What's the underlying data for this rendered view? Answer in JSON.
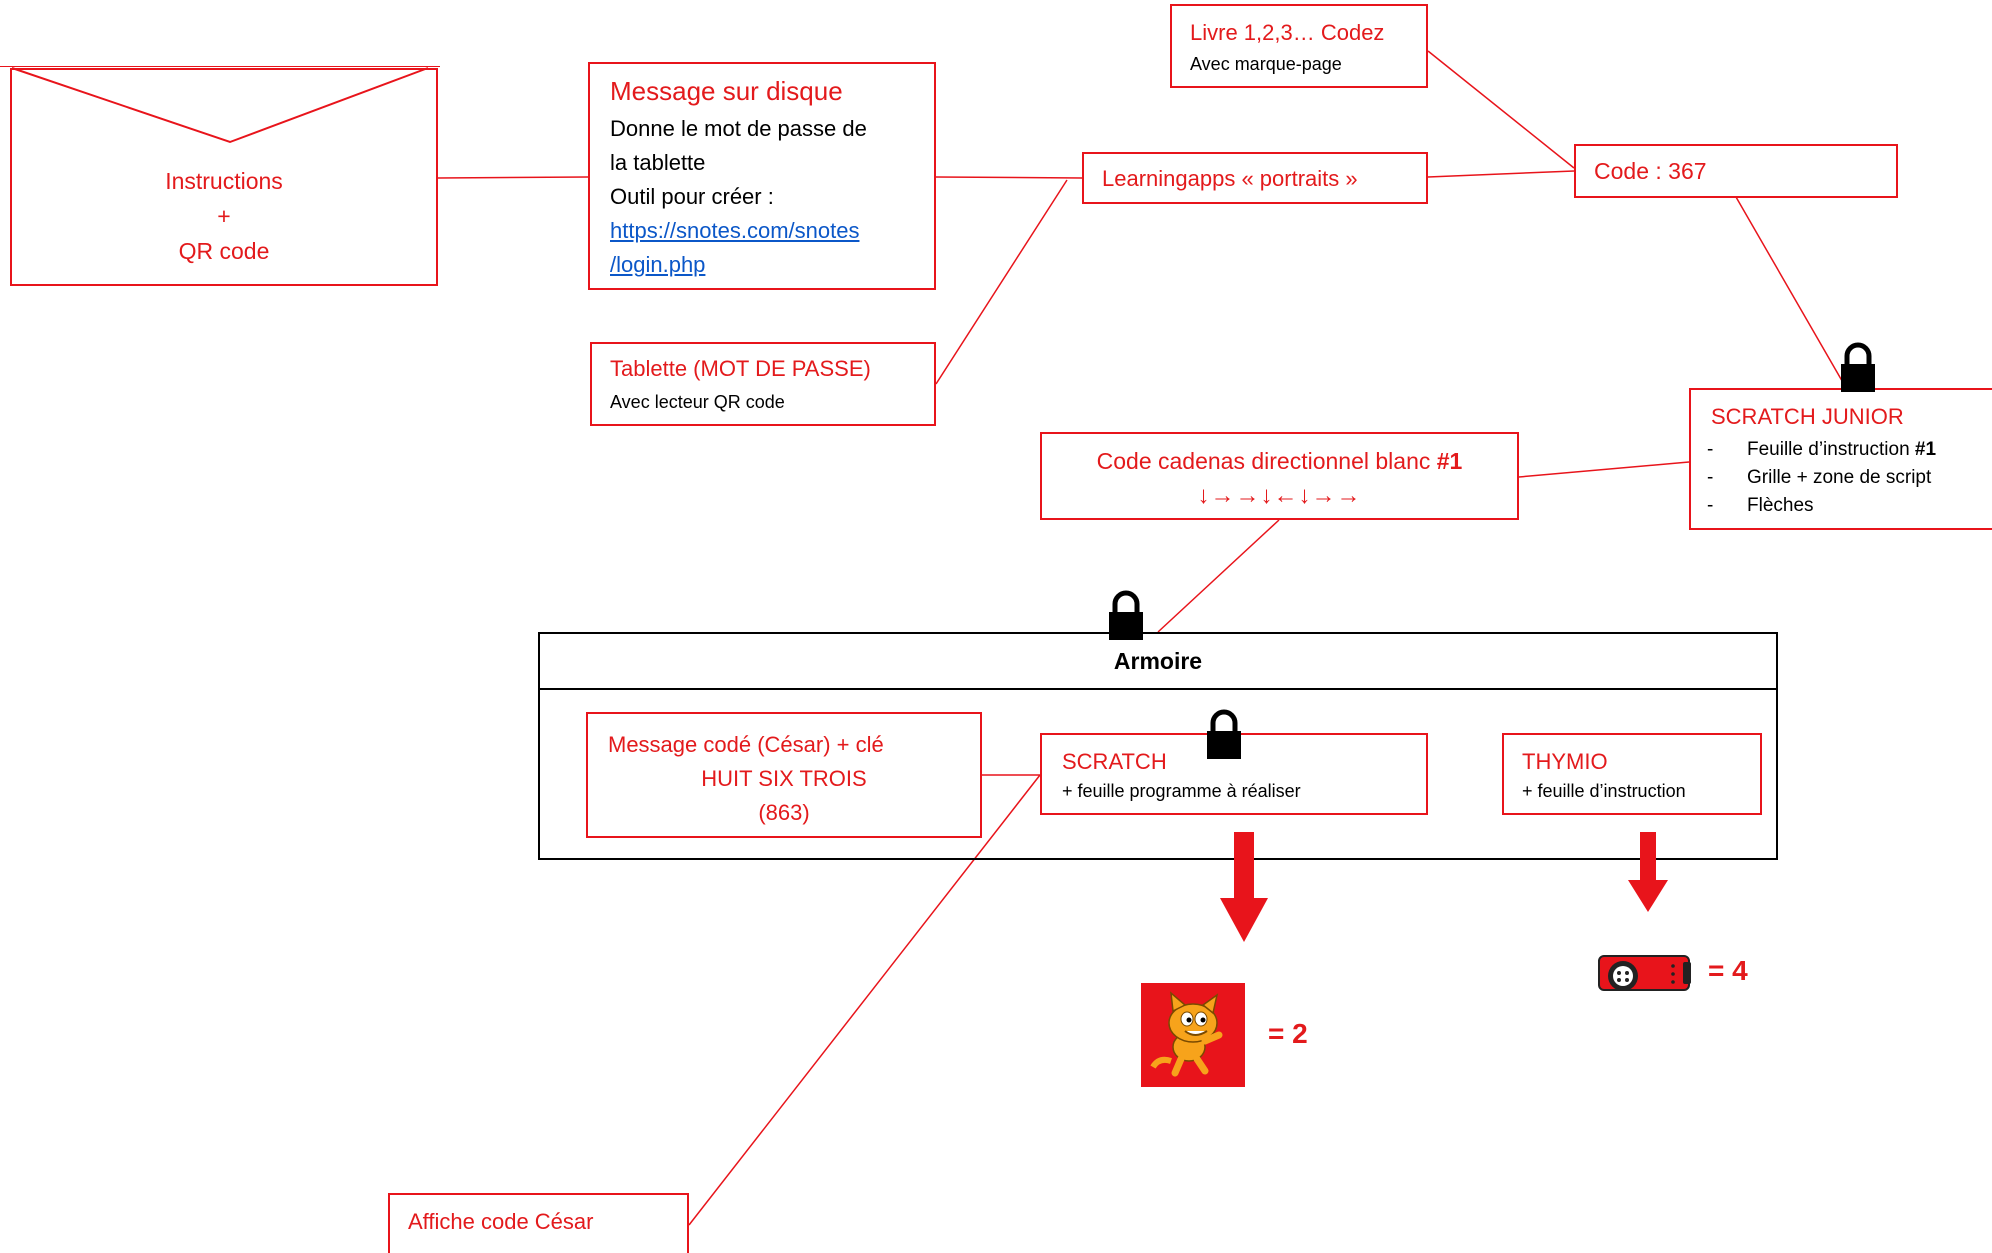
{
  "colors": {
    "accent": "#e31a1c",
    "link": "#0b57c8"
  },
  "envelope": {
    "line1": "Instructions",
    "line2": "+",
    "line3": "QR code"
  },
  "message_disque": {
    "title": "Message sur disque",
    "line1": "Donne le mot de passe de",
    "line2": "la tablette",
    "line3": "Outil pour créer :",
    "link1": "https://snotes.com/snotes",
    "link2": "/login.php"
  },
  "tablette": {
    "title": "Tablette (MOT DE PASSE)",
    "subtitle": "Avec lecteur QR code"
  },
  "learningapps": {
    "title": "Learningapps « portraits »"
  },
  "livre": {
    "title": "Livre 1,2,3… Codez",
    "subtitle": "Avec marque-page"
  },
  "code367": {
    "title": "Code : 367"
  },
  "scratch_junior": {
    "title": "SCRATCH JUNIOR",
    "item1_text": "Feuille d’instruction ",
    "item1_bold": "#1",
    "item2": "Grille + zone de script",
    "item3": "Flèches"
  },
  "code_cadenas": {
    "title": "Code  cadenas directionnel blanc ",
    "title_bold": "#1",
    "arrows": "↓→→↓←↓→→"
  },
  "armoire": {
    "title": "Armoire",
    "cesar": {
      "line1": "Message codé (César) + clé",
      "line2": "HUIT SIX TROIS",
      "line3": "(863)"
    },
    "scratch": {
      "title": "SCRATCH",
      "subtitle": "+ feuille programme à réaliser"
    },
    "thymio": {
      "title": "THYMIO",
      "subtitle": "+ feuille d’instruction"
    }
  },
  "results": {
    "scratch_value": "= 2",
    "thymio_value": "= 4"
  },
  "affiche": {
    "title": "Affiche code César"
  },
  "icons": [
    "padlock-icon",
    "down-arrow-icon",
    "scratch-cat-icon",
    "thymio-robot-icon"
  ]
}
